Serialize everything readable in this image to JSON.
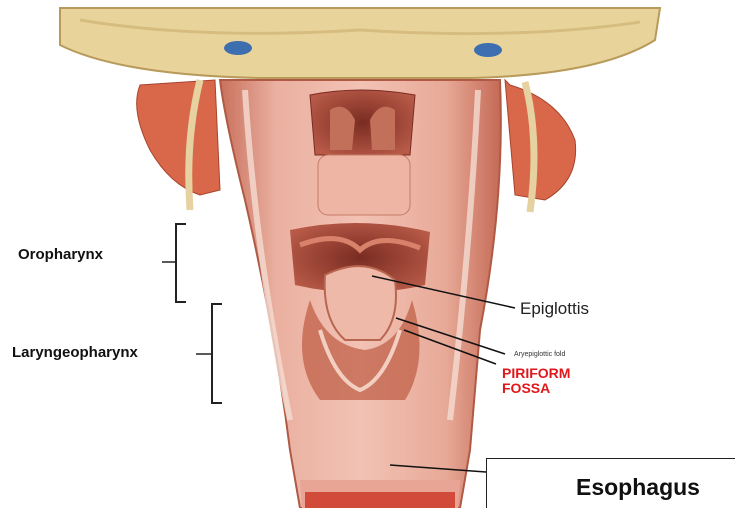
{
  "labels": {
    "oropharynx": "Oropharynx",
    "laryngeopharynx": "Laryngeopharynx",
    "epiglottis": "Epiglottis",
    "aryepiglottic_fold": "Aryepiglottic fold",
    "piriform_fossa_line1": "PIRIFORM",
    "piriform_fossa_line2": "FOSSA",
    "esophagus": "Esophagus"
  },
  "colors": {
    "bone": "#e8d49a",
    "muscle_red": "#d9684a",
    "mucosa": "#e9a090",
    "piriform_text": "#e0181b"
  }
}
